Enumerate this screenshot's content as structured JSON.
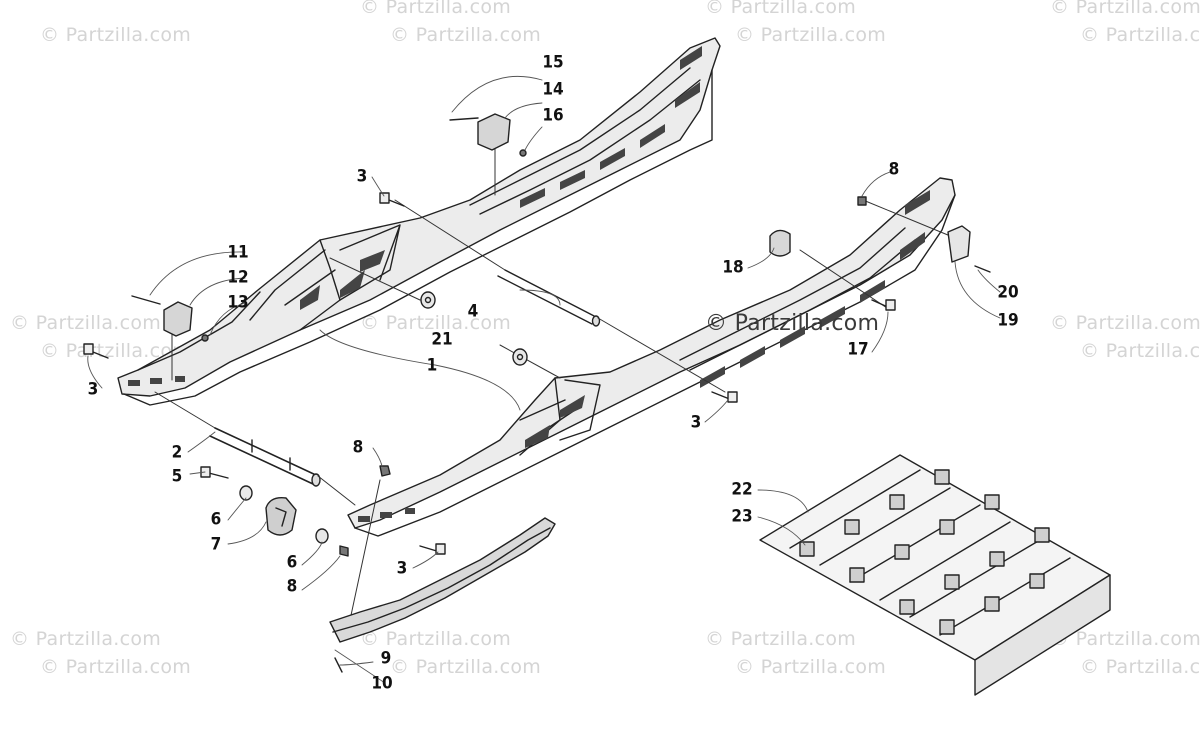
{
  "watermark": "© Partzilla.com",
  "center_watermark": "© Partzilla.com",
  "callouts": {
    "c1": "1",
    "c2": "2",
    "c3a": "3",
    "c3b": "3",
    "c3c": "3",
    "c3d": "3",
    "c4": "4",
    "c5": "5",
    "c6a": "6",
    "c6b": "6",
    "c7": "7",
    "c8a": "8",
    "c8b": "8",
    "c8c": "8",
    "c9": "9",
    "c10": "10",
    "c11": "11",
    "c12": "12",
    "c13": "13",
    "c14": "14",
    "c15": "15",
    "c16": "16",
    "c17": "17",
    "c18": "18",
    "c19": "19",
    "c20": "20",
    "c21": "21",
    "c22": "22",
    "c23": "23"
  }
}
